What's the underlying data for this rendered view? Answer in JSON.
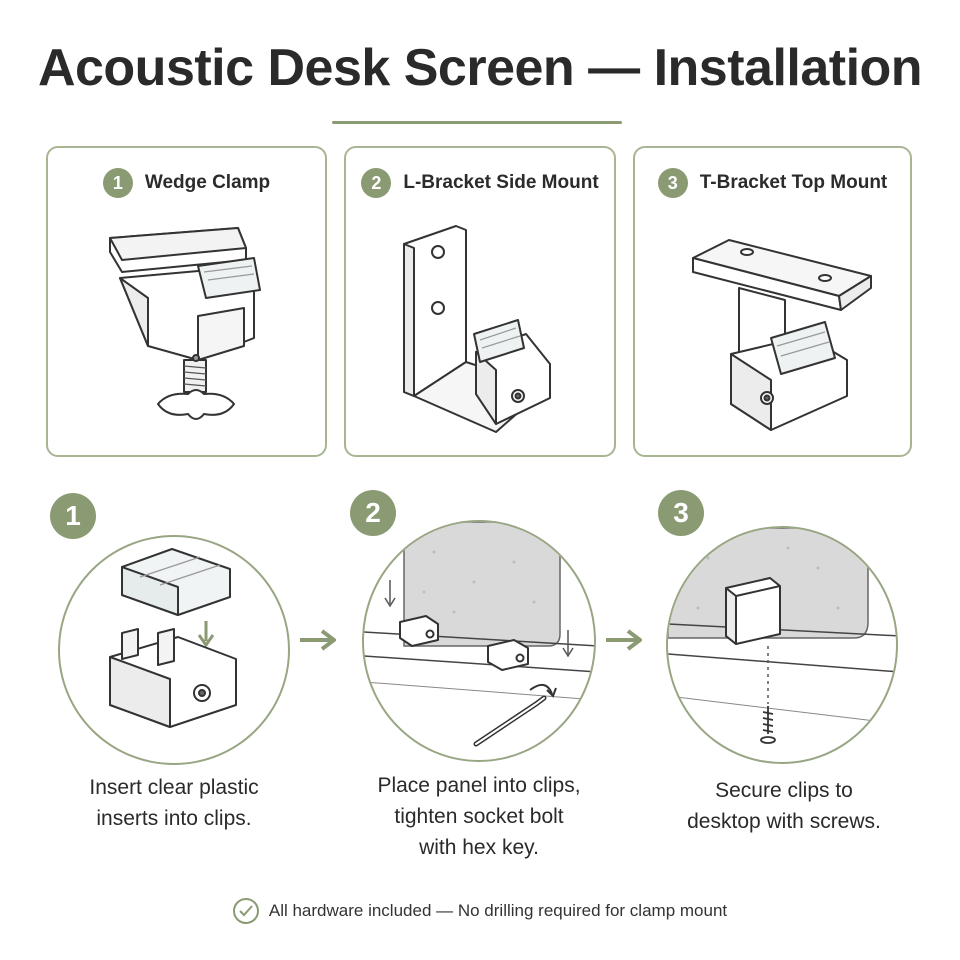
{
  "title": "Acoustic Desk Screen — Installation",
  "mounts": [
    {
      "number": "1",
      "label": "Wedge Clamp"
    },
    {
      "number": "2",
      "label": "L-Bracket Side Mount"
    },
    {
      "number": "3",
      "label": "T-Bracket Top Mount"
    }
  ],
  "steps": [
    {
      "number": "1",
      "line1": "Insert clear plastic",
      "line2": "inserts into clips.",
      "line3": ""
    },
    {
      "number": "2",
      "line1": "Place panel into clips,",
      "line2": "tighten socket bolt",
      "line3": "with hex key."
    },
    {
      "number": "3",
      "line1": "Secure clips to",
      "line2": "desktop with screws.",
      "line3": ""
    }
  ],
  "footer": "All hardware included — No drilling required for clamp mount",
  "colors": {
    "accent": "#8a9a72",
    "border": "#a8b593",
    "felt": "#d9d9d9"
  },
  "icons": [
    "check-icon",
    "arrow-right-icon",
    "arrow-down-icon"
  ]
}
